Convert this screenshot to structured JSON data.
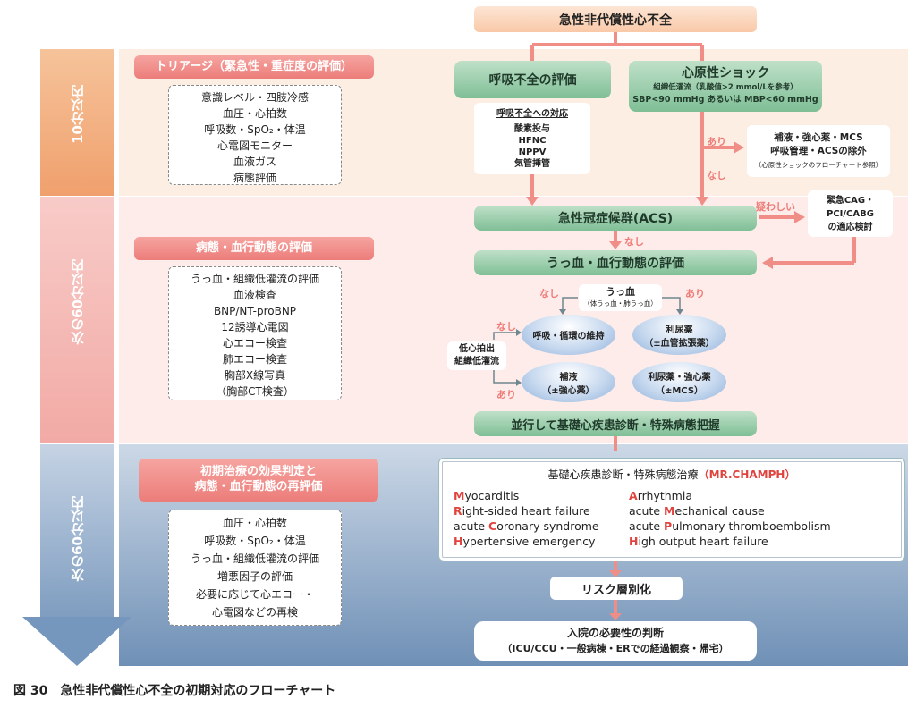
{
  "title": "急性非代償性心不全",
  "phases": [
    "10分以内",
    "次の60分以内",
    "次の60分以内"
  ],
  "left": {
    "triage": {
      "label": "トリアージ（緊急性・重症度の評価）",
      "items": [
        "意識レベル・四肢冷感",
        "血圧・心拍数",
        "呼吸数・SpO₂・体温",
        "心電図モニター",
        "血液ガス",
        "病態評価"
      ]
    },
    "hemo": {
      "label": "病態・血行動態の評価",
      "items": [
        "うっ血・組織低灌流の評価",
        "血液検査",
        "BNP/NT-proBNP",
        "12誘導心電図",
        "心エコー検査",
        "肺エコー検査",
        "胸部X線写真",
        "（胸部CT検査）"
      ]
    },
    "reeval": {
      "label1": "初期治療の効果判定と",
      "label2": "病態・血行動態の再評価",
      "items": [
        "血圧・心拍数",
        "呼吸数・SpO₂・体温",
        "うっ血・組織低灌流の評価",
        "増悪因子の評価",
        "必要に応じて心エコー・",
        "心電図などの再検"
      ]
    }
  },
  "resp": {
    "title": "呼吸不全の評価",
    "sub_title": "呼吸不全への対応",
    "items": [
      "酸素投与",
      "HFNC",
      "NPPV",
      "気管挿管"
    ]
  },
  "shock": {
    "title": "心原性ショック",
    "line1": "組織低灌流（乳酸値>2 mmol/Lを参考）",
    "line2": "SBP<90 mmHg あるいは MBP<60 mmHg",
    "yes": "あり",
    "no": "なし",
    "box1": "補液・強心薬・MCS",
    "box2": "呼吸管理・ACSの除外",
    "box3": "（心原性ショックのフローチャート参照）"
  },
  "acs": {
    "title": "急性冠症候群(ACS)",
    "doubt": "疑わしい",
    "box": [
      "緊急CAG・",
      "PCI/CABG",
      "の適応検討"
    ],
    "no": "なし"
  },
  "congestion": {
    "title": "うっ血・血行動態の評価",
    "q": "うっ血",
    "q_sub": "（体うっ血・肺うっ血）",
    "no": "なし",
    "yes": "あり",
    "low1": "低心拍出",
    "low2": "組織低灌流",
    "low_no": "なし",
    "low_yes": "あり",
    "ovals": [
      [
        "呼吸・循環の維持",
        ""
      ],
      [
        "利尿薬",
        "（±血管拡張薬）"
      ],
      [
        "補液",
        "（±強心薬）"
      ],
      [
        "利尿薬・強心薬",
        "（±MCS）"
      ]
    ]
  },
  "parallel": "並行して基礎心疾患診断・特殊病態把握",
  "mrchamph": {
    "heading": "基礎心疾患診断・特殊病態治療",
    "acronym": "（MR.CHAMPH）",
    "accent": "#e0443f",
    "left": [
      [
        "M",
        "yocarditis"
      ],
      [
        "R",
        "ight-sided heart failure"
      ],
      [
        "acute ",
        "C",
        "oronary syndrome"
      ],
      [
        "H",
        "ypertensive emergency"
      ]
    ],
    "right": [
      [
        "A",
        "rrhythmia"
      ],
      [
        "acute ",
        "M",
        "echanical cause"
      ],
      [
        "acute ",
        "P",
        "ulmonary thromboembolism"
      ],
      [
        "H",
        "igh output heart failure"
      ]
    ]
  },
  "risk": "リスク層別化",
  "admit": {
    "line1": "入院の必要性の判断",
    "line2": "（ICU/CCU・一般病棟・ERでの経過観察・帰宅）"
  },
  "caption": "図 30　急性非代償性心不全の初期対応のフローチャート"
}
